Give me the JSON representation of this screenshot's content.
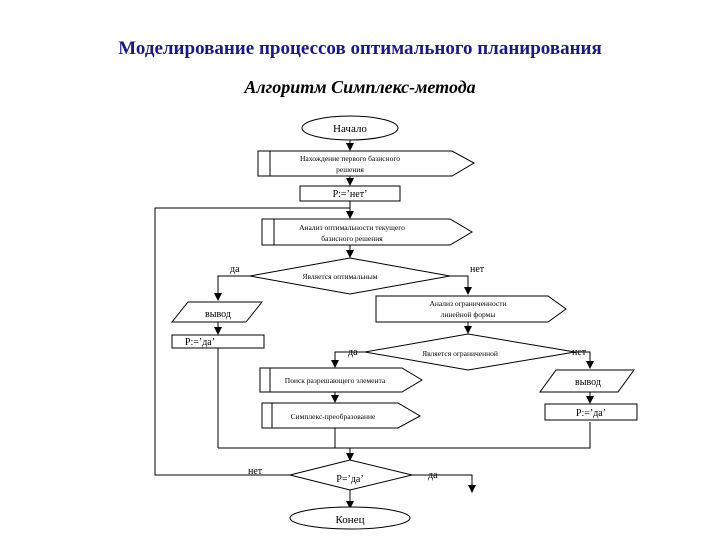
{
  "title": "Моделирование процессов оптимального планирования",
  "subtitle": "Алгоритм Симплекс-метода",
  "flowchart": {
    "start": "Начало",
    "find_initial": [
      "Нахождение первого базисного",
      "решения"
    ],
    "set_p_no": "P:=’нет’",
    "analyze_optimality": [
      "Анализ оптимальности текущего",
      "базисного решения"
    ],
    "is_optimal": "Является оптимальным",
    "yes_left": "да",
    "no_right": "нет",
    "analyze_boundedness": [
      "Анализ ограниченности",
      "линейной формы"
    ],
    "output_left": "вывод",
    "set_p_yes_left": "P:=’да’",
    "yes_mid": "да",
    "is_bounded": "Является ограниченной",
    "no_mid": "нет",
    "find_pivot": "Поиск разрешающего элемента",
    "output_right": "вывод",
    "simplex_transform": "Симплекс-преобразование",
    "set_p_yes_right": "P:=’да’",
    "no_bottom": "нет",
    "check_p": "P=’да’",
    "yes_bottom": "да",
    "end": "Конец"
  }
}
